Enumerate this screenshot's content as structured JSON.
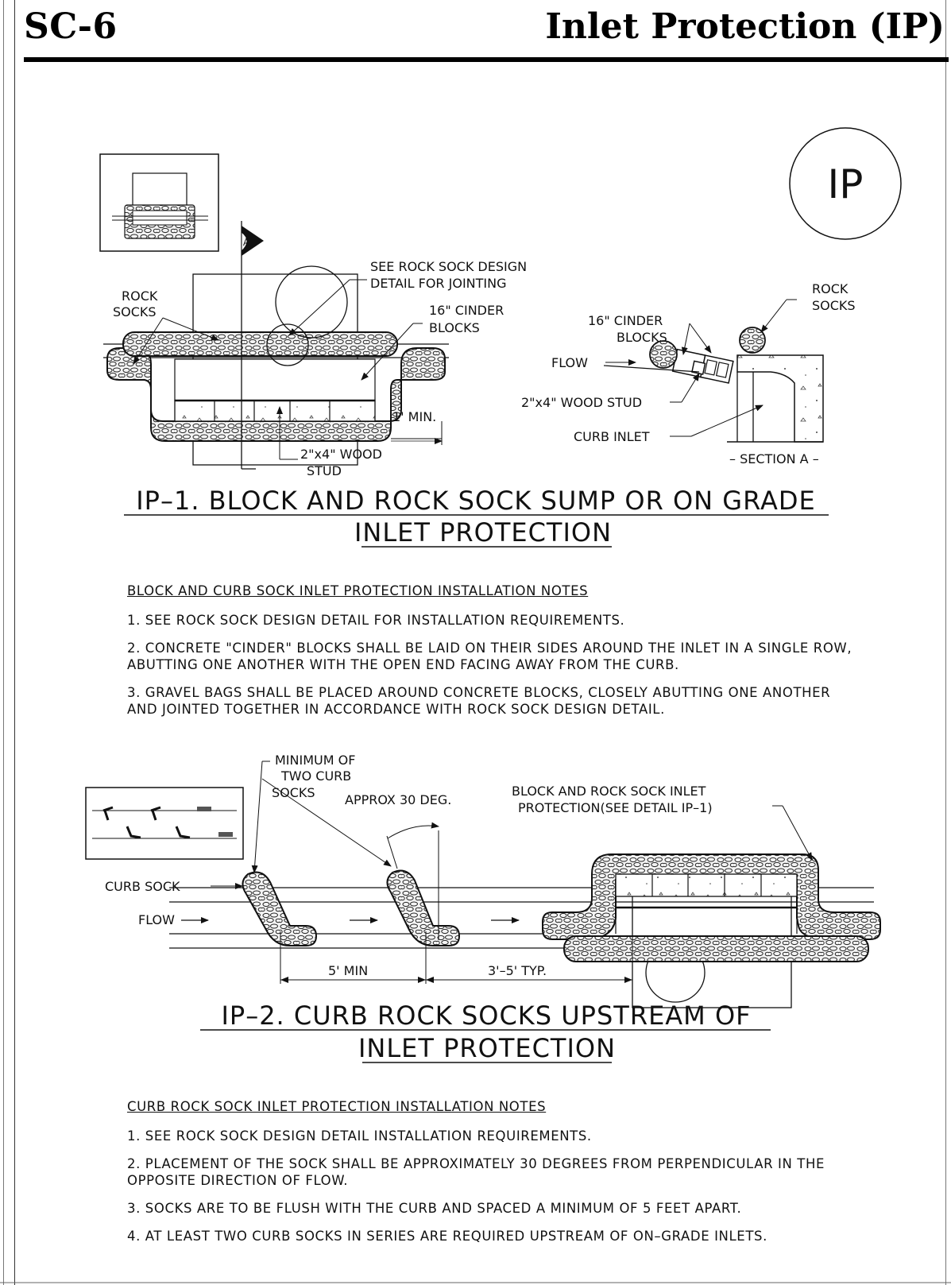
{
  "header": {
    "code": "SC-6",
    "title": "Inlet Protection (IP)"
  },
  "badge": "IP",
  "figure1": {
    "section_marker": "A",
    "labels": {
      "rock_socks_left_1": "ROCK",
      "rock_socks_left_2": "SOCKS",
      "see_detail_1": "SEE ROCK SOCK DESIGN",
      "see_detail_2": "DETAIL FOR JOINTING",
      "cinder_1": "16\" CINDER",
      "cinder_2": "BLOCKS",
      "one_min": "1' MIN.",
      "stud_1": "2\"x4\" WOOD",
      "stud_2": "STUD"
    },
    "section_labels": {
      "rock_socks_1": "ROCK",
      "rock_socks_2": "SOCKS",
      "cinder_1": "16\" CINDER",
      "cinder_2": "BLOCKS",
      "flow": "FLOW",
      "wood_stud": "2\"x4\" WOOD STUD",
      "curb_inlet": "CURB INLET",
      "section_a": "– SECTION A –"
    },
    "caption_line1": "IP–1. BLOCK AND ROCK SOCK SUMP OR ON GRADE",
    "caption_line2": "INLET PROTECTION"
  },
  "notes1": {
    "header": "BLOCK AND CURB SOCK INLET PROTECTION INSTALLATION NOTES",
    "items": [
      "1. SEE ROCK SOCK DESIGN DETAIL FOR INSTALLATION REQUIREMENTS.",
      "2. CONCRETE \"CINDER\" BLOCKS SHALL BE LAID ON THEIR SIDES AROUND THE INLET IN A SINGLE ROW, ABUTTING ONE ANOTHER WITH THE OPEN END FACING AWAY FROM THE CURB.",
      "3. GRAVEL BAGS SHALL BE PLACED AROUND CONCRETE BLOCKS, CLOSELY ABUTTING ONE ANOTHER AND JOINTED TOGETHER IN ACCORDANCE WITH ROCK SOCK DESIGN DETAIL."
    ]
  },
  "figure2": {
    "labels": {
      "min_two_1": "MINIMUM OF",
      "min_two_2": "TWO CURB",
      "min_two_3": "SOCKS",
      "approx": "APPROX 30 DEG.",
      "block_rock_1": "BLOCK AND ROCK SOCK INLET",
      "block_rock_2": "PROTECTION(SEE DETAIL IP–1)",
      "curb_sock": "CURB SOCK",
      "flow": "FLOW",
      "five_min": "5' MIN",
      "typ": "3'–5' TYP."
    },
    "caption_line1": "IP–2. CURB ROCK SOCKS UPSTREAM OF",
    "caption_line2": "INLET PROTECTION"
  },
  "notes2": {
    "header": "CURB ROCK SOCK INLET PROTECTION INSTALLATION NOTES",
    "items": [
      "1. SEE ROCK SOCK DESIGN DETAIL INSTALLATION REQUIREMENTS.",
      "2. PLACEMENT OF THE SOCK SHALL BE APPROXIMATELY 30 DEGREES FROM PERPENDICULAR IN THE OPPOSITE DIRECTION OF FLOW.",
      "3. SOCKS ARE TO BE FLUSH WITH THE CURB AND SPACED A MINIMUM OF 5 FEET APART.",
      "4. AT LEAST TWO CURB SOCKS IN SERIES ARE REQUIRED UPSTREAM OF ON–GRADE INLETS."
    ]
  }
}
